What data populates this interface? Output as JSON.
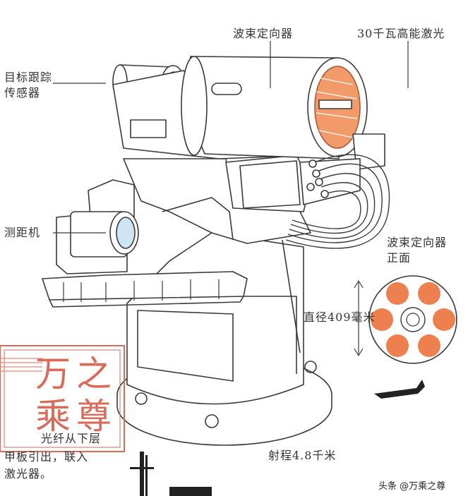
{
  "labels": {
    "beam_director": "波束定向器",
    "laser_30kw": "30千瓦高能激光",
    "target_tracking_line1": "目标跟踪",
    "target_tracking_line2": "传感器",
    "rangefinder": "测距机",
    "beam_director_front_line1": "波束定向器",
    "beam_director_front_line2": "正面",
    "diameter": "直径409毫米",
    "fiber_line1": "光纤从下层",
    "fiber_line2": "甲板引出，联入",
    "fiber_line3": "激光器。",
    "range": "射程4.8千米"
  },
  "watermark": "头条 @万乘之尊",
  "seal": {
    "chars": [
      "万",
      "之",
      "乘",
      "尊"
    ],
    "color": "#d96b5a"
  },
  "colors": {
    "line": "#3a3a3a",
    "lens_orange": "#f39a6a",
    "laser_dot": "#ee7f4f"
  }
}
